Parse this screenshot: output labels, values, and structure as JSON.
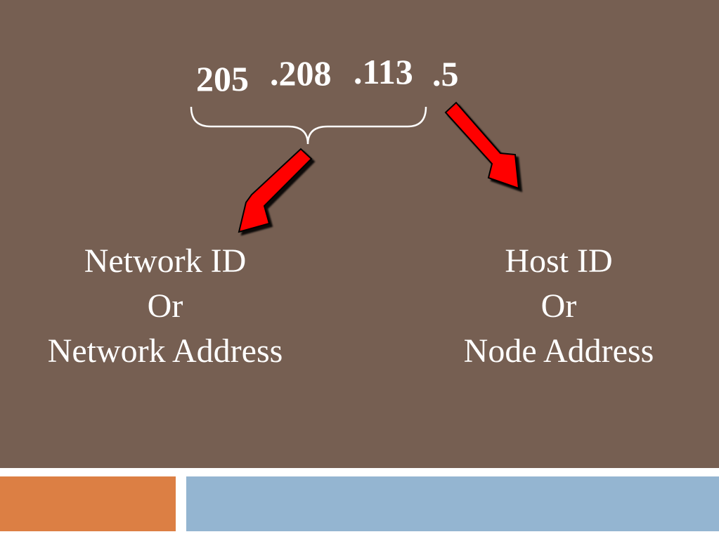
{
  "ip_address": {
    "part1": "205",
    "part2": ".208",
    "part3": ".113",
    "part4": ".5"
  },
  "left_label": {
    "line1": "Network ID",
    "line2": "Or",
    "line3": "Network Address"
  },
  "right_label": {
    "line1": "Host ID",
    "line2": "Or",
    "line3": "Node Address"
  },
  "colors": {
    "panel_background": "#765f52",
    "arrow_fill": "#ff0000",
    "footer_orange": "#dc7f44",
    "footer_blue": "#94b5d1",
    "text": "#ffffff"
  },
  "icons": {
    "brace": "curly-brace",
    "left_arrow": "arrow-down-left",
    "right_arrow": "arrow-down-right"
  }
}
